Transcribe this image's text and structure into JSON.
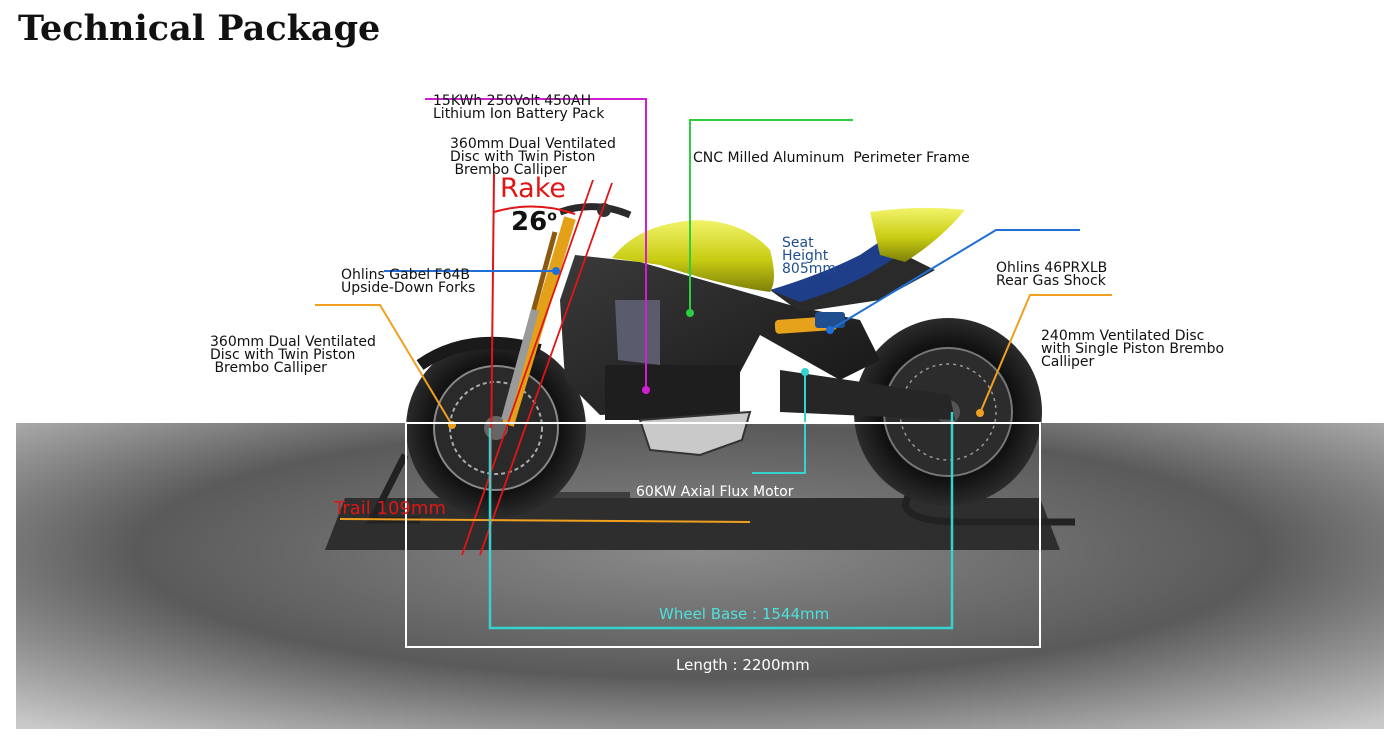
{
  "title": "Technical Package",
  "labels": {
    "battery": [
      "15KWh 250Volt 450AH",
      "Lithium Ion Battery Pack"
    ],
    "top_disc": [
      "360mm Dual Ventilated",
      "Disc with Twin Piston",
      " Brembo Calliper"
    ],
    "frame": "CNC Milled Aluminum  Perimeter Frame",
    "seat": [
      "Seat",
      "Height",
      "805mm"
    ],
    "forks": [
      "Ohlins Gabel F64B",
      "Upside-Down Forks"
    ],
    "shock": [
      "Ohlins 46PRXLB",
      "Rear Gas Shock"
    ],
    "front_disc": [
      "360mm Dual Ventilated",
      "Disc with Twin Piston",
      " Brembo Calliper"
    ],
    "rear_disc": [
      "240mm Ventilated Disc",
      "with Single Piston Brembo",
      "Calliper"
    ],
    "motor": "60KW Axial Flux Motor",
    "rake": "Rake",
    "rake_angle": "26",
    "rake_unit": "o",
    "trail": "Trail 109mm",
    "wheelbase": "Wheel Base : 1544mm",
    "length": "Length : 2200mm"
  },
  "colors": {
    "battery_line": "#d21ed2",
    "frame_line": "#2ecc40",
    "shock_line": "#1f6fd6",
    "caliper_line": "#f0a020",
    "motor_line": "#35d2cf",
    "rake_line": "#e01616",
    "seat_text": "#1f4f8f",
    "wheelbase_text": "#4fe0dc",
    "body_yellow": "#d8dc1c"
  }
}
